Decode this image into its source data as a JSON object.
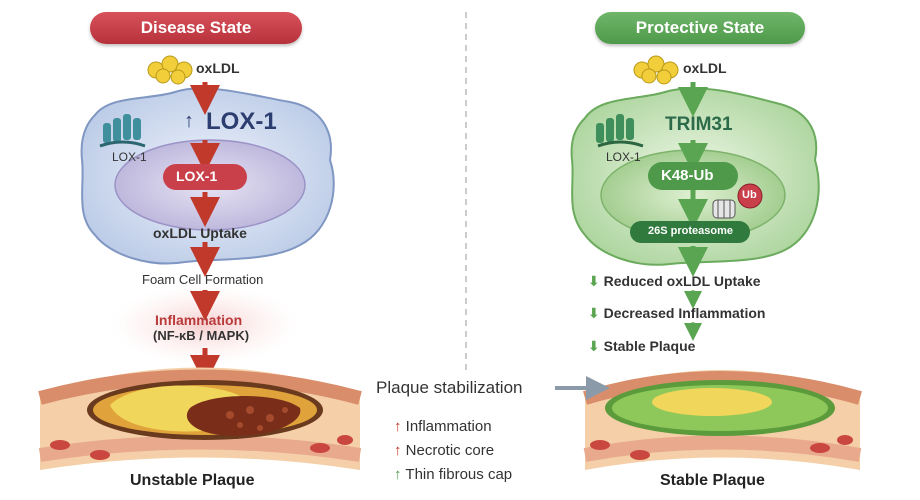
{
  "left": {
    "header": "Disease State",
    "ldl_label": "oxLDL",
    "up_arrow": "↑",
    "receptor_big": "LOX-1",
    "receptor_small": "LOX-1",
    "nucleus_label": "LOX-1",
    "uptake": "oxLDL Uptake",
    "foam": "Foam Cell Formation",
    "inflammation": "Inflammation",
    "pathway": "(NF-κB / MAPK)",
    "caption": "Unstable Plaque"
  },
  "right": {
    "header": "Protective State",
    "ldl_label": "oxLDL",
    "trim": "TRIM31",
    "receptor_small": "LOX-1",
    "k48": "K48-Ub",
    "ub": "Ub",
    "proteasome": "26S proteasome",
    "items": [
      "Reduced oxLDL Uptake",
      "Decreased Inflammation",
      "Stable Plaque"
    ],
    "caption": "Stable Plaque"
  },
  "middle": {
    "transition": "Plaque stabilization",
    "legend": [
      {
        "arrow": "↑",
        "text": "Inflammation",
        "color": "#c0392b"
      },
      {
        "arrow": "↑",
        "text": "Necrotic core",
        "color": "#c0392b"
      },
      {
        "arrow": "↑",
        "text": "Thin fibrous cap",
        "color": "#4e9a4a"
      }
    ]
  },
  "colors": {
    "disease": "#c0392b",
    "protective": "#4e9a4a"
  }
}
